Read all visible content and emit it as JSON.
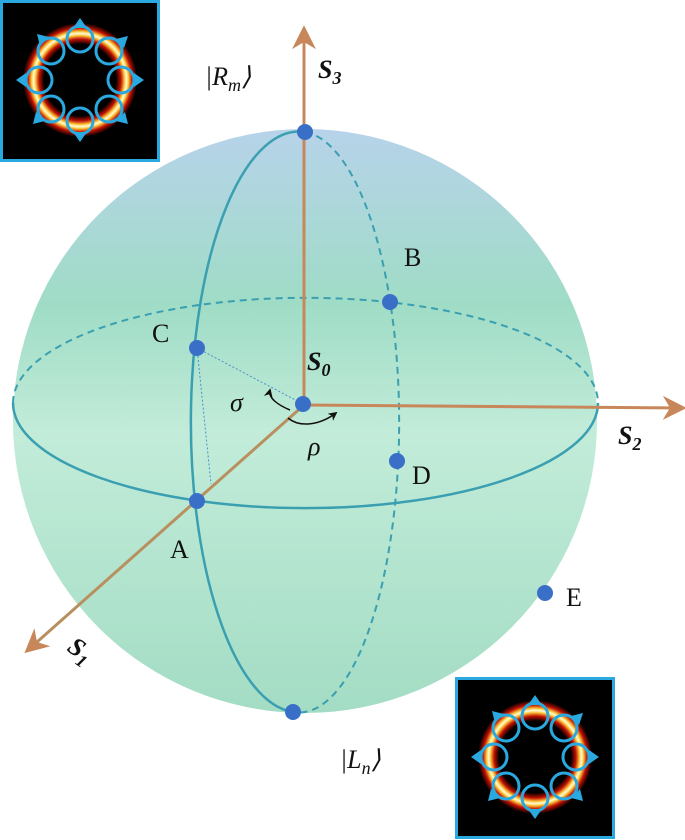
{
  "labels": {
    "north_state": "|R",
    "north_state_sub": "m",
    "north_state_close": "⟩",
    "south_state": "|L",
    "south_state_sub": "n",
    "south_state_close": "⟩",
    "s0": "S",
    "s0_sub": "0",
    "s1": "S",
    "s1_sub": "1",
    "s2": "S",
    "s2_sub": "2",
    "s3": "S",
    "s3_sub": "3",
    "sigma": "σ",
    "rho": "ρ",
    "A": "A",
    "B": "B",
    "C": "C",
    "D": "D",
    "E": "E"
  },
  "colors": {
    "axis": "#c8875a",
    "circle": "#3a9fb0",
    "point": "#3a6fc8",
    "inset_border": "#29a9e0",
    "sphere_top": "#b7d3ea",
    "sphere_mid": "#bfe9d6",
    "sphere_bottom": "#9ed9c0"
  },
  "insets": [
    {
      "name": "north-pole-beam",
      "icon": "ring-with-polarization-circles"
    },
    {
      "name": "south-pole-beam",
      "icon": "ring-with-polarization-circles"
    }
  ]
}
